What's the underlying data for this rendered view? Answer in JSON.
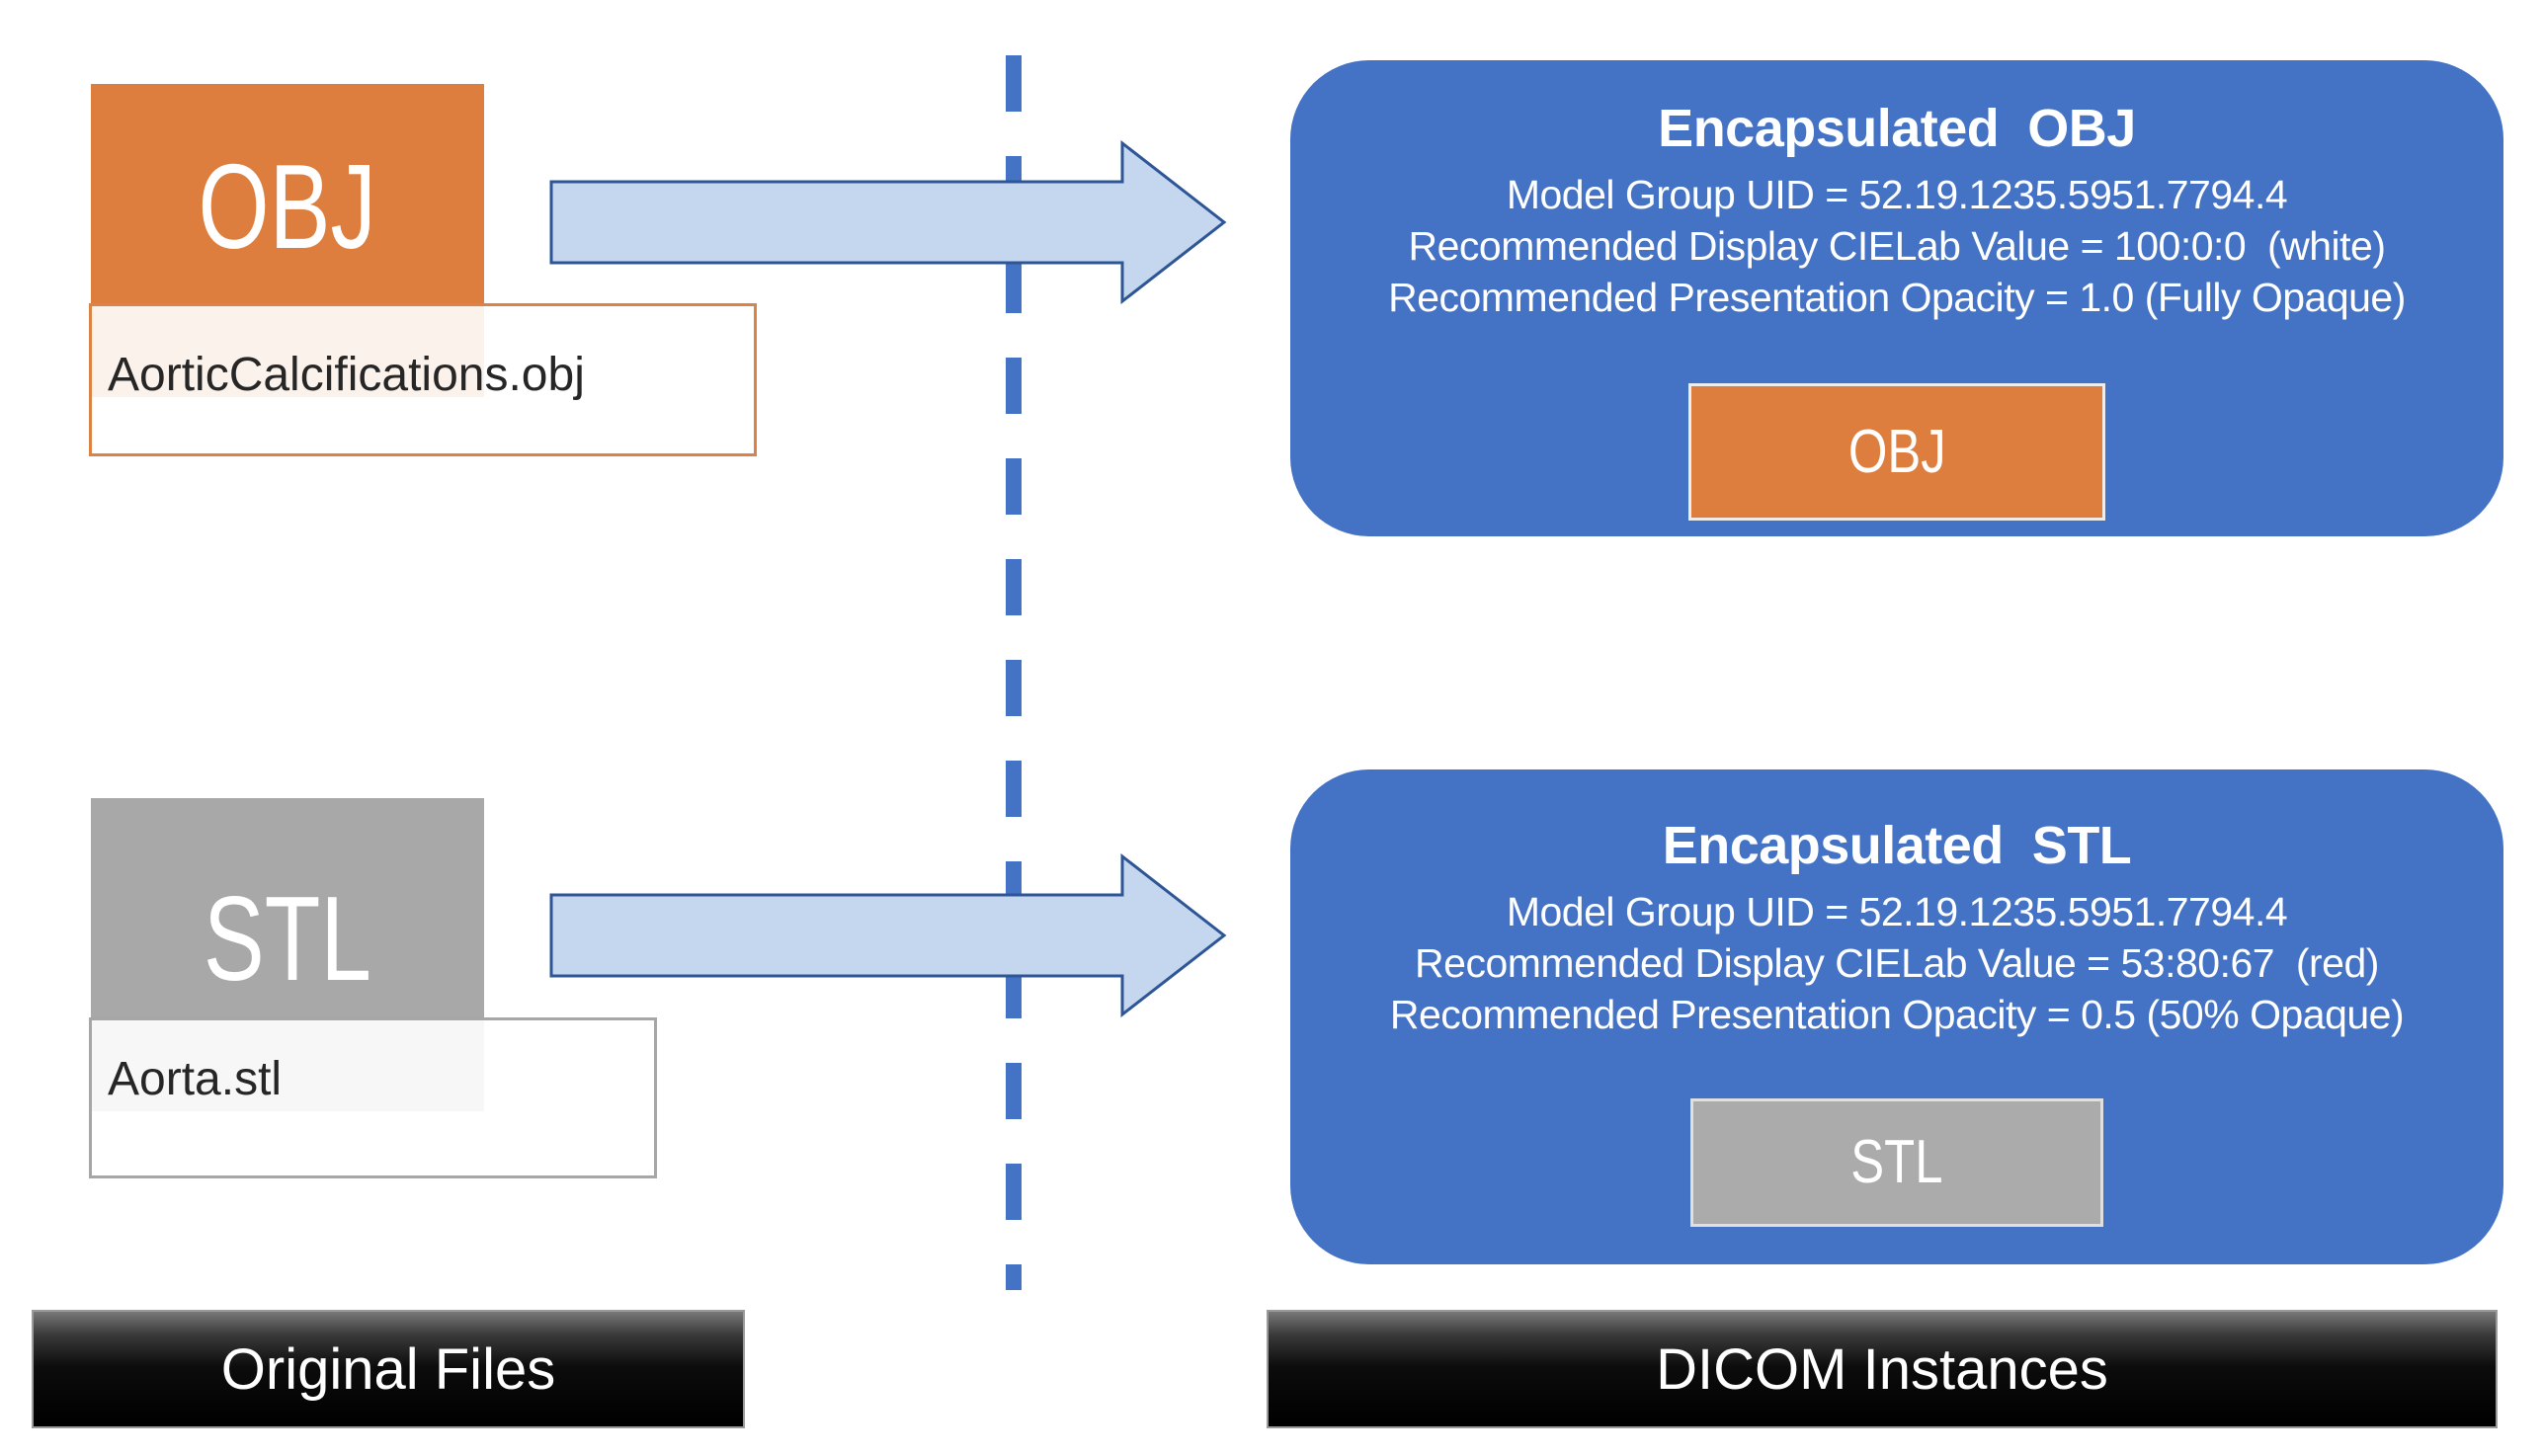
{
  "colors": {
    "accent_orange": "#DE7E3E",
    "accent_gray": "#A8A8A8",
    "accent_blue": "#4472C4",
    "arrow_fill": "#C5D7EE",
    "arrow_stroke": "#2E5596",
    "dashed_divider": "#4472C4"
  },
  "left_panel": {
    "obj_file": {
      "type_label": "OBJ",
      "filename": "AorticCalcifications.obj"
    },
    "stl_file": {
      "type_label": "STL",
      "filename": "Aorta.stl"
    },
    "banner": "Original Files"
  },
  "right_panel": {
    "encapsulated_obj": {
      "title": "Encapsulated  OBJ",
      "lines": [
        "Model Group UID = 52.19.1235.5951.7794.4",
        "Recommended Display CIELab Value = 100:0:0  (white)",
        "Recommended Presentation Opacity = 1.0 (Fully Opaque)"
      ],
      "chip_label": "OBJ"
    },
    "encapsulated_stl": {
      "title": "Encapsulated  STL",
      "lines": [
        "Model Group UID = 52.19.1235.5951.7794.4",
        "Recommended Display CIELab Value = 53:80:67  (red)",
        "Recommended Presentation Opacity = 0.5 (50% Opaque)"
      ],
      "chip_label": "STL"
    },
    "banner": "DICOM Instances"
  }
}
